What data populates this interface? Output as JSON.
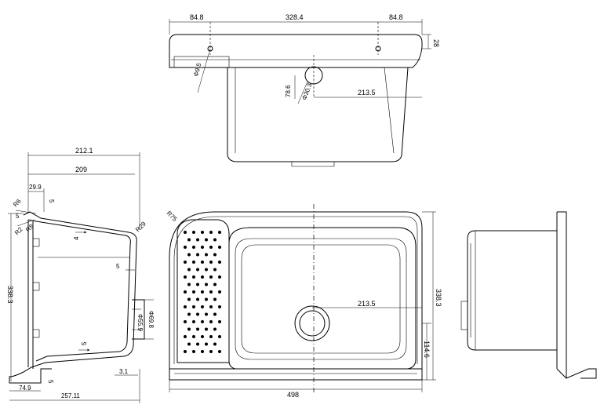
{
  "diagram": {
    "colors": {
      "line": "#000000",
      "background": "#ffffff"
    },
    "top_view": {
      "dims": {
        "left_flange": "84.8",
        "center_span": "328.4",
        "right_flange": "84.8",
        "rim_height": "28",
        "hole_dia_small": "Φ9.5",
        "drain_height": "78.6",
        "drain_dia": "Φ30.3",
        "drain_offset": "213.5"
      }
    },
    "left_view": {
      "dims": {
        "overall_depth": "212.1",
        "inner_depth": "209",
        "lip_width": "29.9",
        "lip_thk": "5",
        "r_top_a": "R6",
        "r_top_b": "R2",
        "r_top_c": "R8",
        "wall_thk": "4",
        "r_corner": "R29",
        "side_gap": "5",
        "height": "338.3",
        "dia_outer": "Φ69.8",
        "dia_inner": "Φ55.9",
        "bottom_thk": "5",
        "bottom_step": "3.1",
        "foot_width": "74.9",
        "foot_thk": "5",
        "base_length": "257.11"
      }
    },
    "front_view": {
      "dims": {
        "corner_radius": "R75",
        "drain_offset": "213.5",
        "height": "338.3",
        "drain_y": "114.6",
        "width": "498"
      }
    }
  }
}
